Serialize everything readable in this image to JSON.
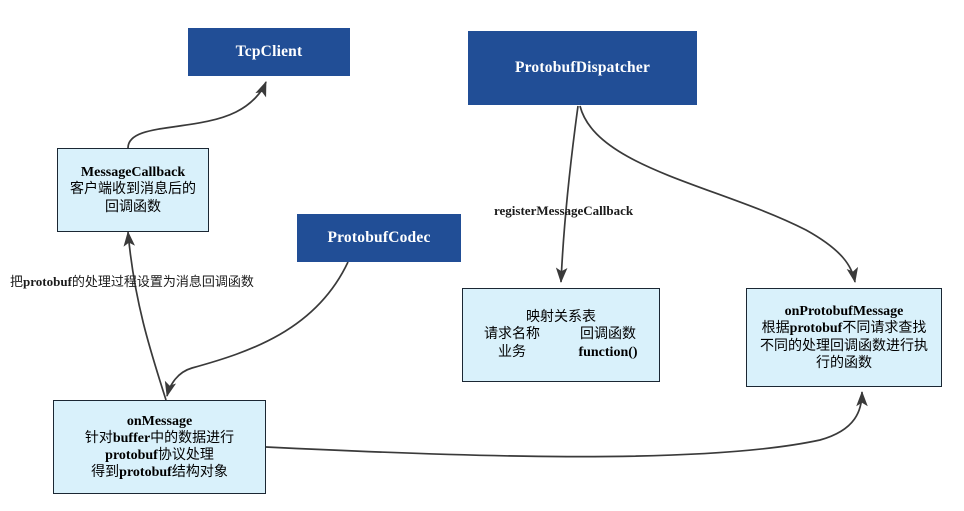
{
  "diagram": {
    "type": "flowchart",
    "colors": {
      "dark_node_fill": "#214e96",
      "dark_node_text": "#ffffff",
      "light_node_fill": "#d9f1fb",
      "light_node_border": "#1b2733",
      "edge_stroke": "#3a3a3a",
      "background": "#ffffff"
    },
    "nodes": {
      "tcp_client": {
        "label": "TcpClient"
      },
      "protobuf_dispatcher": {
        "label": "ProtobufDispatcher"
      },
      "protobuf_codec": {
        "label": "ProtobufCodec"
      },
      "message_callback": {
        "title": "MessageCallback",
        "line2": "客户端收到消息后的",
        "line3": "回调函数"
      },
      "mapping_table": {
        "title": "映射关系表",
        "row1_col1": "请求名称",
        "row1_col2": "回调函数",
        "row2_col1": "业务",
        "row2_col2": "function()"
      },
      "on_protobuf_message": {
        "title": "onProtobufMessage",
        "line2_a": "根据",
        "line2_b": "protobuf",
        "line2_c": "不同请求查找",
        "line3": "不同的处理回调函数进行执",
        "line4": "行的函数"
      },
      "on_message": {
        "title": "onMessage",
        "line2_a": "针对",
        "line2_b": "buffer",
        "line2_c": "中的数据进行",
        "line3_a": "protobuf",
        "line3_b": "协议处理",
        "line4_a": "得到",
        "line4_b": "protobuf",
        "line4_c": "结构对象"
      }
    },
    "edge_labels": {
      "set_protobuf_handler": {
        "a": "把",
        "b": "protobuf",
        "c": "的处理过程设置为消息回调函数"
      },
      "register_message_callback": "registerMessageCallback"
    },
    "edges": [
      {
        "from": "message_callback",
        "to": "tcp_client",
        "label": ""
      },
      {
        "from": "on_message",
        "to": "message_callback",
        "label": "把protobuf的处理过程设置为消息回调函数"
      },
      {
        "from": "protobuf_codec",
        "to": "on_message",
        "label": ""
      },
      {
        "from": "protobuf_dispatcher",
        "to": "mapping_table",
        "label": "registerMessageCallback"
      },
      {
        "from": "protobuf_dispatcher",
        "to": "on_protobuf_message",
        "label": ""
      },
      {
        "from": "on_message",
        "to": "on_protobuf_message",
        "label": ""
      }
    ]
  }
}
